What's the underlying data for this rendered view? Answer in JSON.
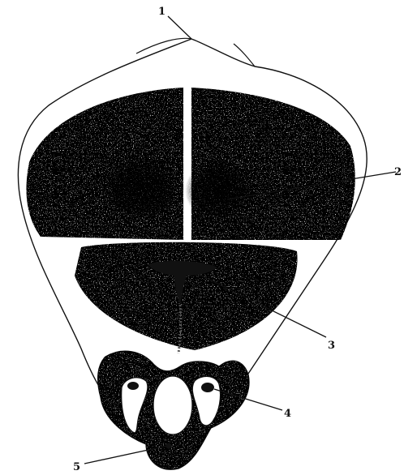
{
  "labels": {
    "l1": "1",
    "l2": "2",
    "l3": "3",
    "l4": "4",
    "l5": "5"
  },
  "colors": {
    "ink": "#111111",
    "background": "#ffffff"
  }
}
